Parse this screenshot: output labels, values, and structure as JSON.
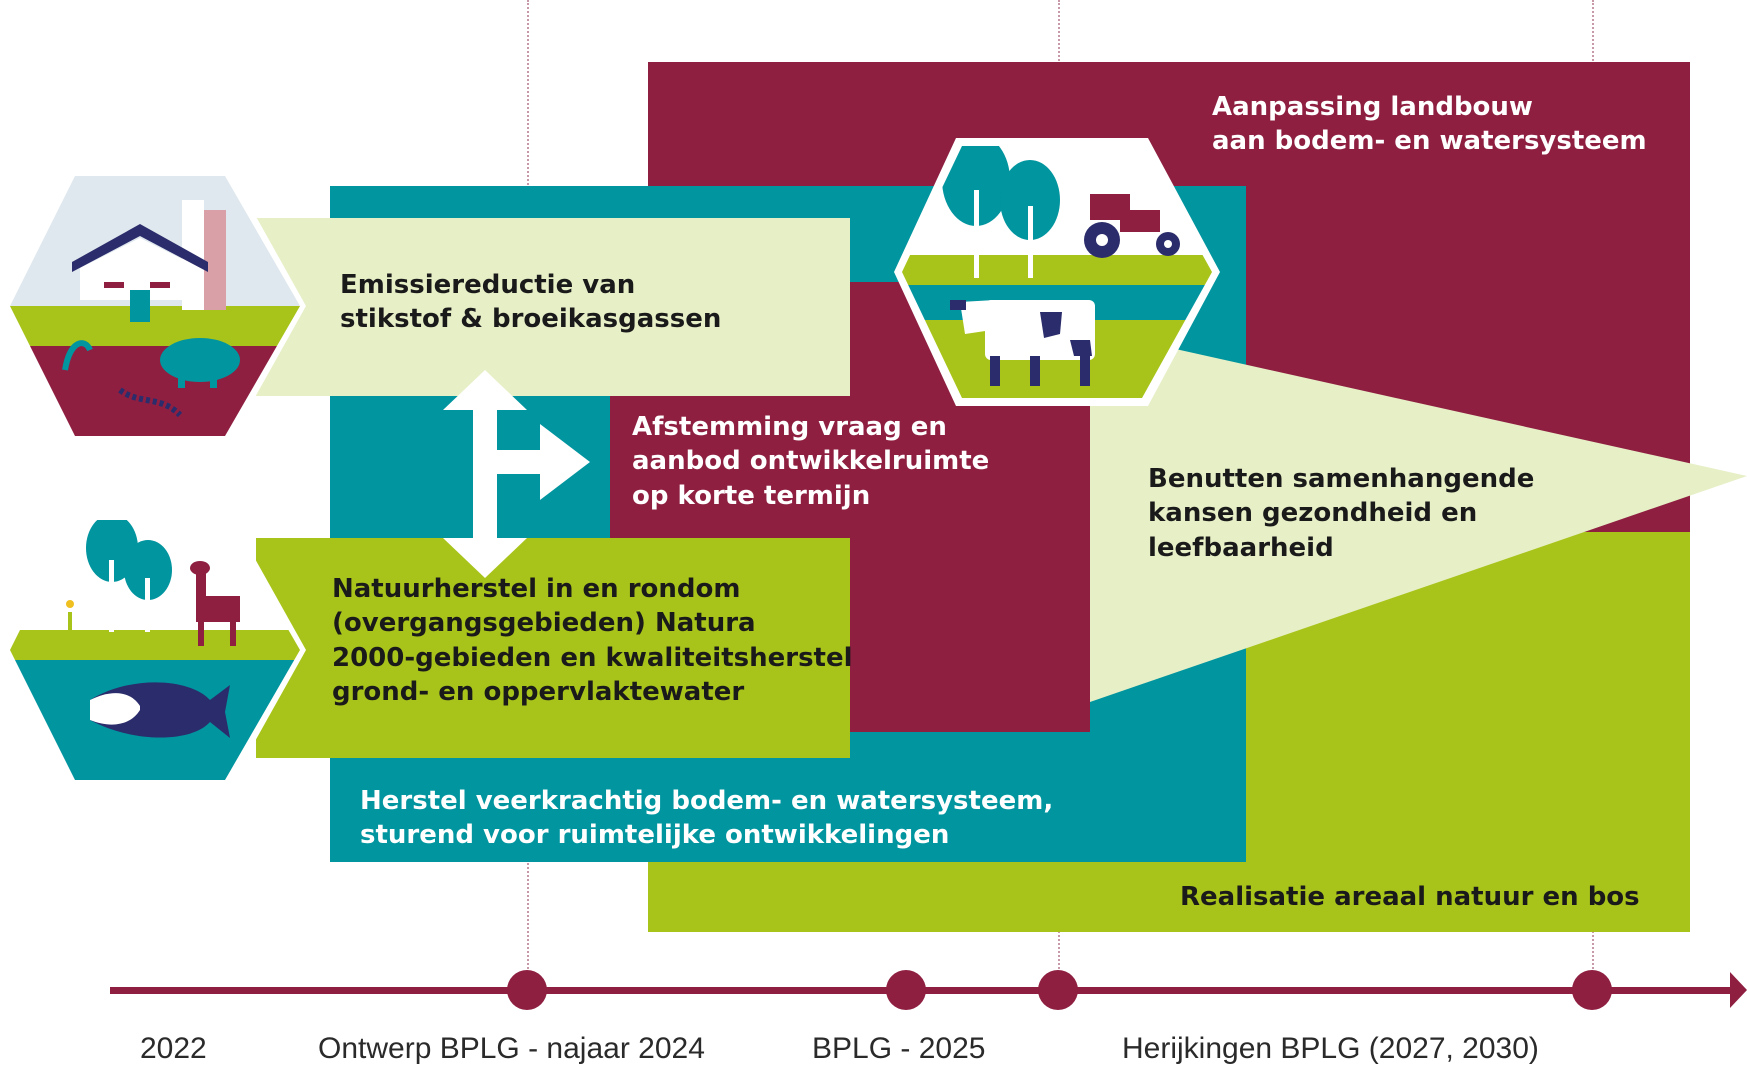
{
  "blocks": {
    "landbouw": "Aanpassing landbouw\naan bodem- en watersysteem",
    "emissie": "Emissiereductie van\nstikstof & broeikasgassen",
    "afstemming": "Afstemming vraag en\naanbod ontwikkelruimte\nop korte termijn",
    "benutten": "Benutten samenhangende\nkansen gezondheid en\nleefbaarheid",
    "natuurherstel": "Natuurherstel in en rondom\n(overgangsgebieden) Natura\n2000-gebieden en kwaliteitsherstel\ngrond- en oppervlaktewater",
    "herstel": "Herstel veerkrachtig bodem- en watersysteem,\nsturend voor ruimtelijke ontwikkelingen",
    "realisatie": "Realisatie areaal natuur en bos"
  },
  "timeline": [
    "2022",
    "Ontwerp BPLG - najaar 2024",
    "BPLG - 2025",
    "Herijkingen BPLG (2027, 2030)"
  ],
  "icons": [
    "farm-hexagon-icon",
    "nature-hexagon-icon",
    "cow-tractor-hexagon-icon",
    "arrows-icon"
  ],
  "colors": {
    "maroon": "#8e1f41",
    "teal": "#00959f",
    "lime": "#a8c41a",
    "pale": "#e6efc6",
    "navy": "#2b2c6b"
  }
}
